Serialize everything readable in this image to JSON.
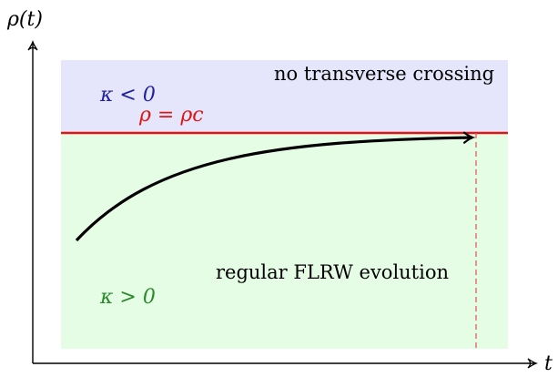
{
  "axes": {
    "y_label": "ρ(t)",
    "x_label": "t"
  },
  "regions": {
    "upper": {
      "label": "κ < 0",
      "note": "no transverse crossing",
      "fill": "#e5e5fc",
      "label_color": "#1f1f9f"
    },
    "lower": {
      "label": "κ > 0",
      "note": "regular FLRW evolution",
      "fill": "#e5fde5",
      "label_color": "#2a8a2a"
    }
  },
  "critical_line": {
    "label": "ρ = ρc",
    "color": "#e31414"
  },
  "trajectory": {
    "color": "#000000"
  },
  "asymptote": {
    "color": "#e05050"
  }
}
